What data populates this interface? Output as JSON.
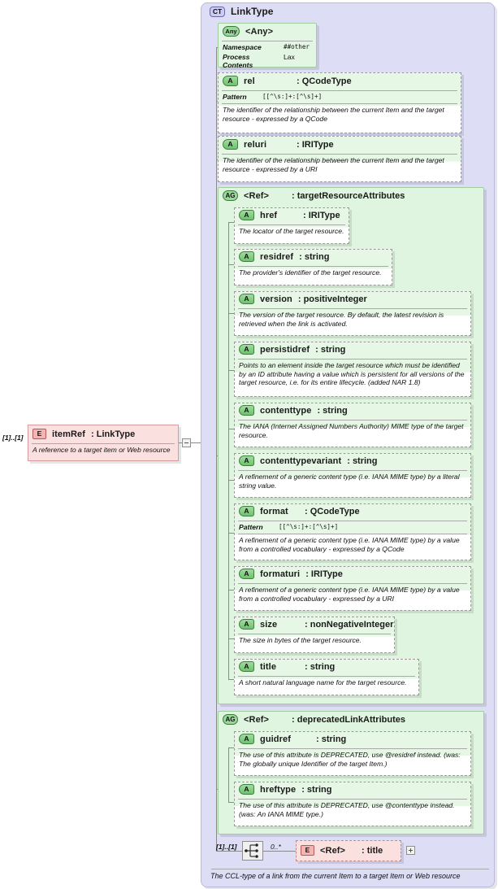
{
  "diagram": {
    "kind": "xsd-schema-diagram",
    "colors": {
      "complextype_fill": "#ddddf6",
      "group_fill": "#dff5df",
      "attribute_fill": "#eaf8ea",
      "element_fill": "#fbe0e0",
      "line": "#8a8a8a"
    }
  },
  "left_element": {
    "badge": "E",
    "name": "itemRef",
    "type": ": LinkType",
    "cardinality": "[1]..[1]",
    "doc": "A reference to a target item or Web resource",
    "toggle": "minus"
  },
  "complex_type": {
    "badge": "CT",
    "title": "LinkType",
    "footer_doc": "The CCL-type of a link from the current Item to a target Item or Web resource"
  },
  "any": {
    "badge": "Any",
    "title": "<Any>",
    "facets": [
      {
        "name": "Namespace",
        "value": "##other"
      },
      {
        "name": "Process Contents",
        "value": "Lax"
      }
    ]
  },
  "top_attributes": [
    {
      "badge": "A",
      "name": "rel",
      "type": ": QCodeType",
      "facet_name": "Pattern",
      "facet_value": "[[^\\s:]+:[^\\s]+]",
      "doc": "The identifier of the relationship between the current Item and the target resource - expressed by a QCode"
    },
    {
      "badge": "A",
      "name": "reluri",
      "type": ": IRIType",
      "doc": "The identifier of the relationship between the current Item and the target resource - expressed by a URI"
    }
  ],
  "groups": [
    {
      "badge": "AG",
      "ref_label": "<Ref>",
      "type": ": targetResourceAttributes",
      "attributes": [
        {
          "badge": "A",
          "name": "href",
          "type": ": IRIType",
          "doc": "The locator of the target resource."
        },
        {
          "badge": "A",
          "name": "residref",
          "type": ": string",
          "doc": "The  provider's identifier of the target resource."
        },
        {
          "badge": "A",
          "name": "version",
          "type": ": positiveInteger",
          "doc": "The version of the target resource. By default, the latest revision is retrieved when the link is activated."
        },
        {
          "badge": "A",
          "name": "persistidref",
          "type": ": string",
          "doc": "Points to an element inside the target resource which must be identified by an ID attribute having a value which is persistent for all versions of the target resource, i.e. for its entire lifecycle. (added NAR 1.8)"
        },
        {
          "badge": "A",
          "name": "contenttype",
          "type": ": string",
          "doc": "The IANA (Internet Assigned Numbers Authority) MIME type of the target resource."
        },
        {
          "badge": "A",
          "name": "contenttypevariant",
          "type": ": string",
          "doc": "A refinement of a generic content type (i.e. IANA MIME type) by a literal string value."
        },
        {
          "badge": "A",
          "name": "format",
          "type": ": QCodeType",
          "facet_name": "Pattern",
          "facet_value": "[[^\\s:]+:[^\\s]+]",
          "doc": "A refinement of a generic content type (i.e. IANA MIME type) by a value from a controlled vocabulary - expressed by a QCode"
        },
        {
          "badge": "A",
          "name": "formaturi",
          "type": ": IRIType",
          "doc": "A refinement of a generic content type (i.e. IANA MIME type) by a value from a controlled vocabulary - expressed by a URI"
        },
        {
          "badge": "A",
          "name": "size",
          "type": ": nonNegativeInteger",
          "doc": "The size in bytes of the target resource."
        },
        {
          "badge": "A",
          "name": "title",
          "type": ": string",
          "doc": "A short natural language name for the target resource."
        }
      ]
    },
    {
      "badge": "AG",
      "ref_label": "<Ref>",
      "type": ": deprecatedLinkAttributes",
      "attributes": [
        {
          "badge": "A",
          "name": "guidref",
          "type": ": string",
          "doc": "The use of this attribute is DEPRECATED, use @residref instead. (was: The globally unique Identifier of the target Item.)"
        },
        {
          "badge": "A",
          "name": "hreftype",
          "type": ": string",
          "doc": "The use of this attribute is DEPRECATED, use @contenttype instead. (was: An IANA MIME type.)"
        }
      ]
    }
  ],
  "sequence": {
    "icon": "sequence-icon",
    "left_cardinality": "[1]..[1]",
    "child_cardinality": "0..*",
    "child": {
      "badge": "E",
      "ref_label": "<Ref>",
      "type": ": title",
      "toggle": "plus"
    }
  }
}
